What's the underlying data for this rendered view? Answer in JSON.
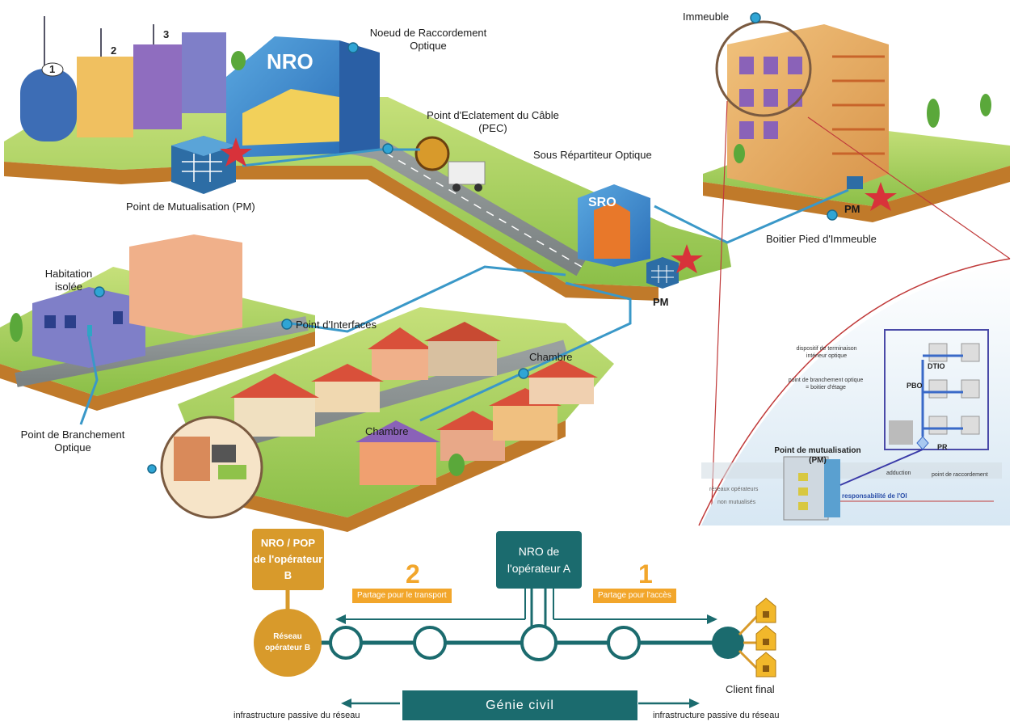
{
  "top": {
    "operators": [
      "1",
      "2",
      "3"
    ],
    "labels": {
      "nro": "Noeud de Raccordement\nOptique",
      "nro_sign": "NRO",
      "sro_sign": "SRO",
      "pec": "Point d'Eclatement du Câble\n(PEC)",
      "pm_main": "Point de Mutualisation (PM)",
      "sro": "Sous Répartiteur Optique",
      "immeuble": "Immeuble",
      "pm_building": "PM",
      "boitier": "Boitier Pied d'Immeuble",
      "pm_sro": "PM",
      "habitation": "Habitation\nisolée",
      "point_interfaces": "Point d'Interfaces",
      "chambre_1": "Chambre",
      "chambre_2": "Chambre",
      "pbo": "Point de Branchement\nOptique"
    }
  },
  "inset": {
    "dtio_desc": "dispositif de terminaison\nintérieur optique",
    "dtio": "DTIO",
    "pbo_desc": "point de branchement optique\n= boitier d'étage",
    "pbo": "PBO",
    "pm_title": "Point de mutualisation\n(PM)",
    "pr": "PR",
    "pr_desc": "point de raccordement",
    "adduction": "adduction",
    "reseaux": "réseaux opérateurs",
    "non_mut": "non mutualisés",
    "resp": "responsabilité de l'OI"
  },
  "bottom": {
    "nro_b": "NRO / POP\nde l'opérateur B",
    "nro_a": "NRO de\nl'opérateur A",
    "reseau_b": "Réseau\nopérateur B",
    "num_transport": "2",
    "partage_transport": "Partage pour le transport",
    "num_acces": "1",
    "partage_acces": "Partage pour l'accès",
    "client_final": "Client final",
    "genie_civil": "Génie civil",
    "infra_left": "infrastructure passive du réseau",
    "infra_right": "infrastructure passive du réseau"
  },
  "colors": {
    "teal": "#1b6b6e",
    "orange": "#d89a2b",
    "yellow_tag": "#f2a62b",
    "fibre": "#3a98c8",
    "ground": "#8fc24a",
    "star": "#d8323a"
  }
}
